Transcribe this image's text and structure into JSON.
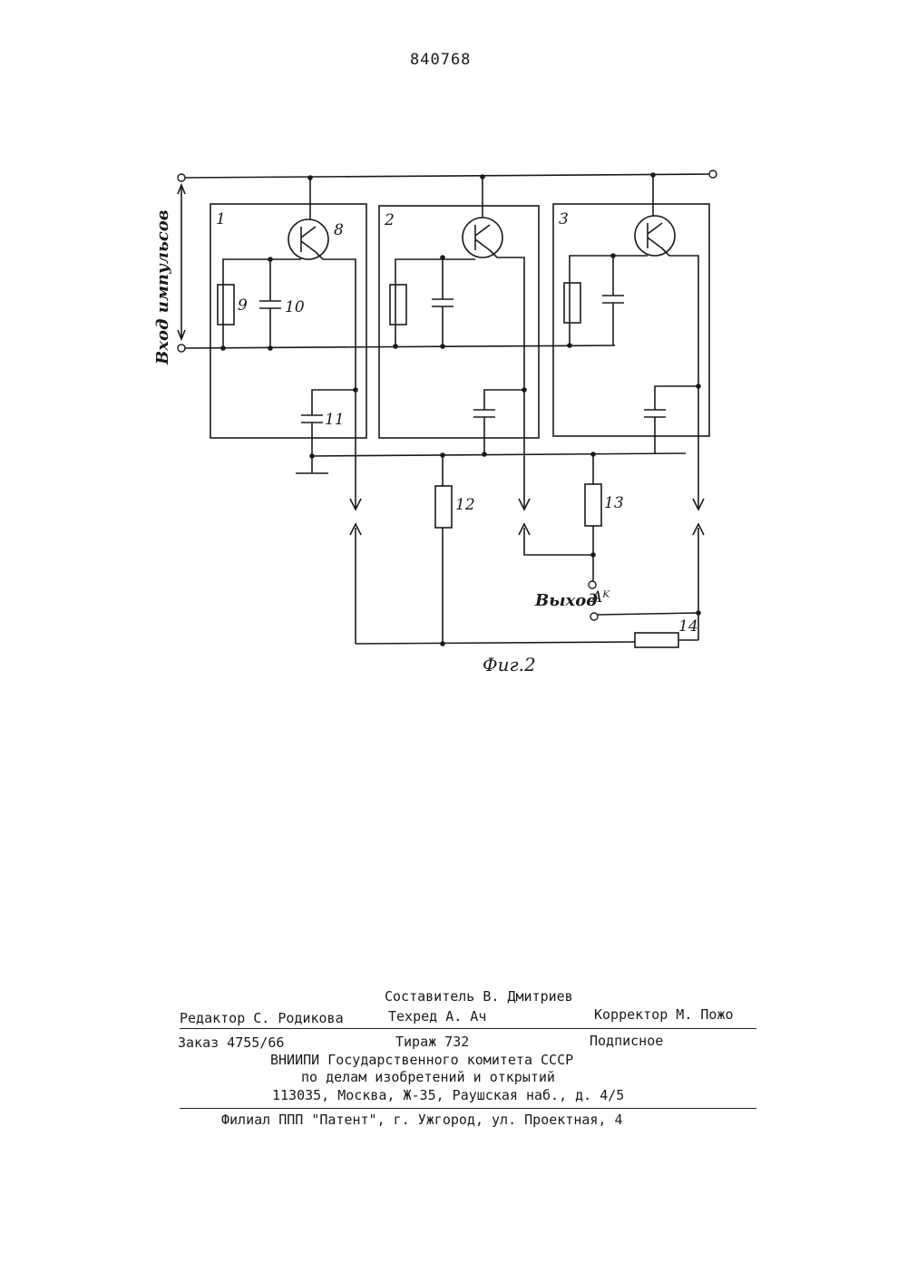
{
  "header": {
    "patent_number": "840768"
  },
  "figure": {
    "caption": "Фиг.2",
    "input_label": "Вход импульсов",
    "output_label": "Выход",
    "output_suffix": "Aᴷ",
    "stage_labels": [
      "1",
      "2",
      "3"
    ],
    "component_labels": {
      "transistor": "8",
      "resistor_base": "9",
      "capacitor_base": "10",
      "capacitor_stage": "11",
      "resistor_a": "12",
      "resistor_b": "13",
      "resistor_c": "14"
    }
  },
  "imprint": {
    "compiler": "Составитель В. Дмитриев",
    "editor": "Редактор С. Родикова",
    "techred": "Техред А. Ач",
    "corrector": "Корректор М. Пожо",
    "order": "Заказ 4755/66",
    "circulation": "Тираж 732",
    "subscription": "Подписное",
    "org_line1": "ВНИИПИ Государственного комитета СССР",
    "org_line2": "по делам изобретений и открытий",
    "address": "113035, Москва, Ж-35, Раушская наб., д. 4/5",
    "branch": "Филиал ППП \"Патент\", г. Ужгород, ул. Проектная, 4"
  }
}
